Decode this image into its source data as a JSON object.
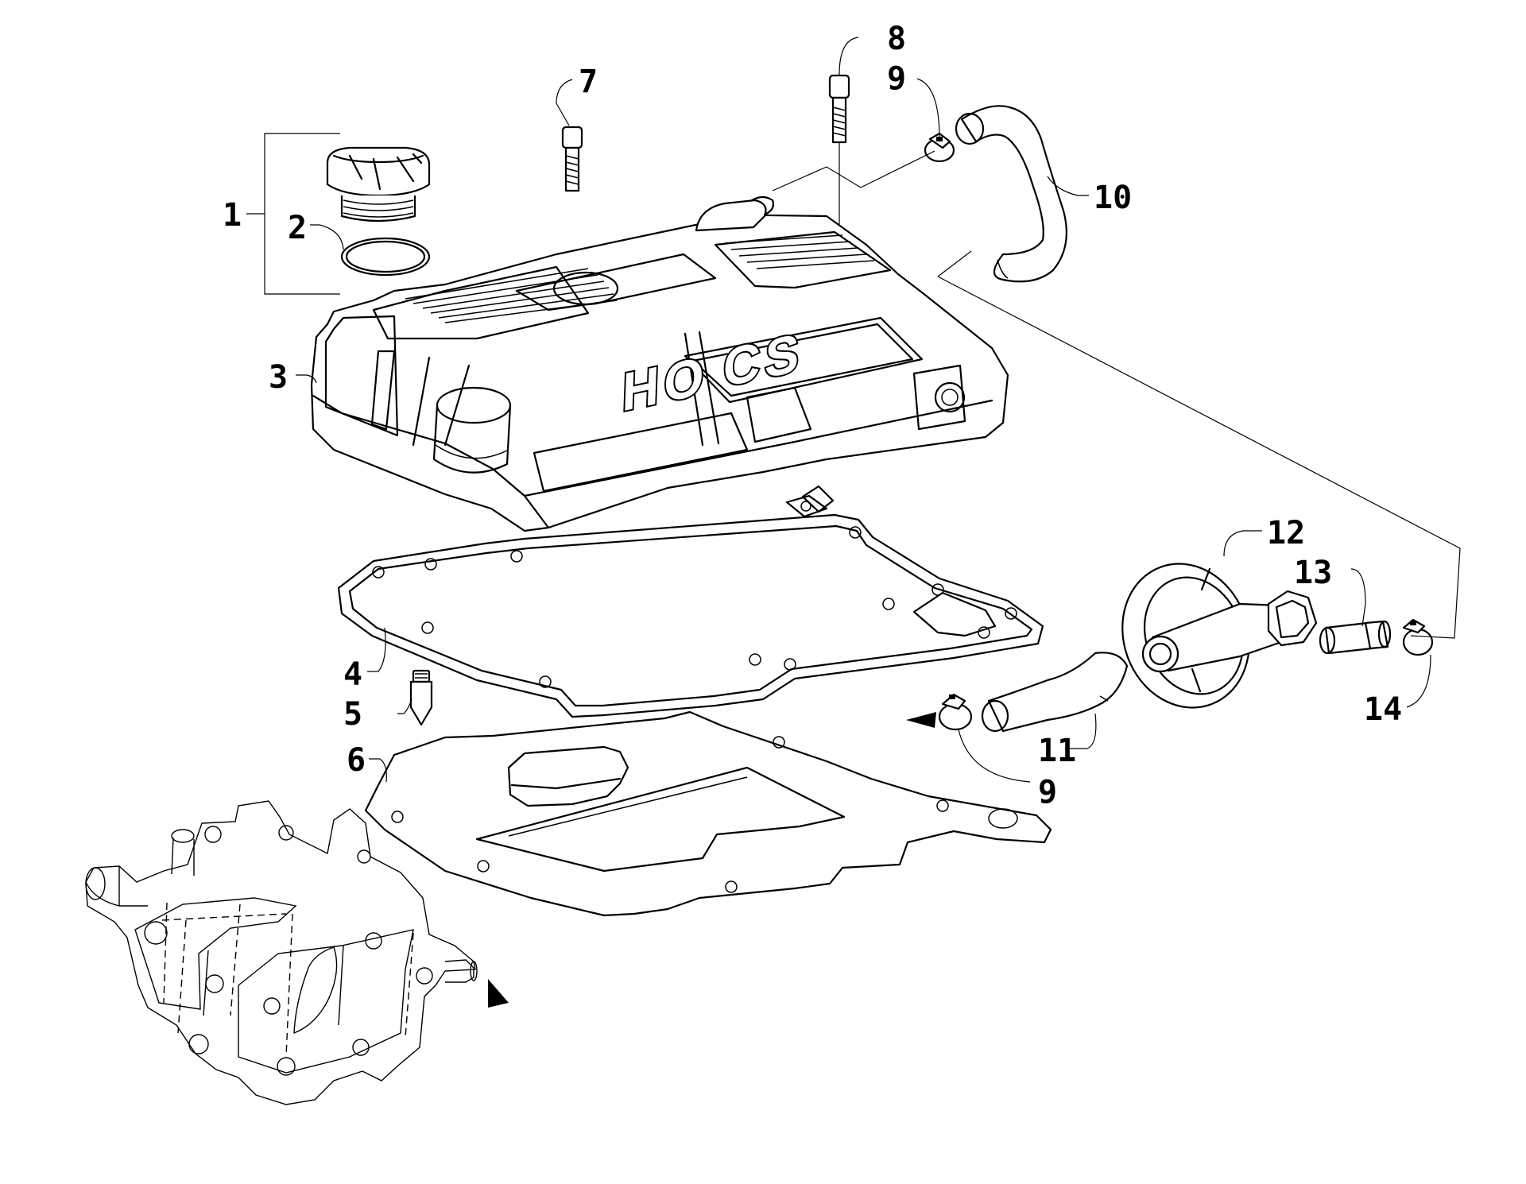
{
  "diagram": {
    "cover_logo_text": "HO",
    "callouts": [
      {
        "id": "c1",
        "text": "1"
      },
      {
        "id": "c2",
        "text": "2"
      },
      {
        "id": "c3",
        "text": "3"
      },
      {
        "id": "c4",
        "text": "4"
      },
      {
        "id": "c5",
        "text": "5"
      },
      {
        "id": "c6",
        "text": "6"
      },
      {
        "id": "c7",
        "text": "7"
      },
      {
        "id": "c8",
        "text": "8"
      },
      {
        "id": "c9a",
        "text": "9"
      },
      {
        "id": "c9b",
        "text": "9"
      },
      {
        "id": "c10",
        "text": "10"
      },
      {
        "id": "c11",
        "text": "11"
      },
      {
        "id": "c12",
        "text": "12"
      },
      {
        "id": "c13",
        "text": "13"
      },
      {
        "id": "c14",
        "text": "14"
      }
    ]
  }
}
